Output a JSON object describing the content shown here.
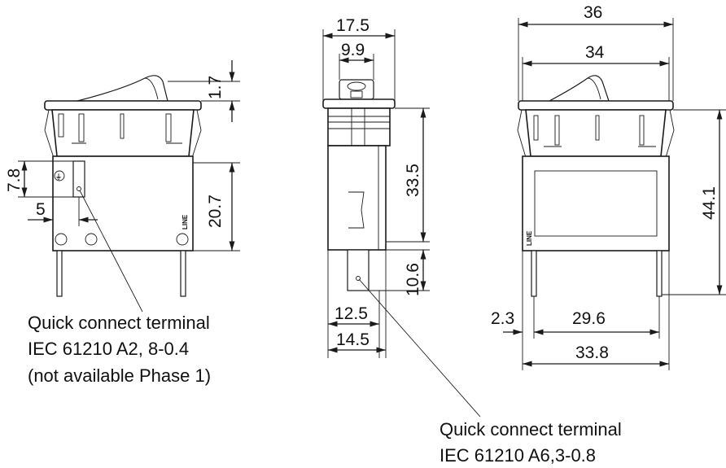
{
  "dimensions": {
    "view1": {
      "rocker_height": "1.7",
      "terminal_height": "7.8",
      "terminal_offset": "5",
      "body_lower_height": "20.7"
    },
    "view2": {
      "width_top": "17.5",
      "rocker_width": "9.9",
      "body_height": "33.5",
      "terminal_length": "10.6",
      "width_bottom_inner": "12.5",
      "width_bottom_outer": "14.5"
    },
    "view3": {
      "bezel_width": "36",
      "rocker_width": "34",
      "total_height": "44.1",
      "pin_offset": "2.3",
      "pin_spacing": "29.6",
      "body_width": "33.8"
    }
  },
  "markings": {
    "line_label": "LINE",
    "ground_symbol": "⏚"
  },
  "annotations": {
    "left_terminal": [
      "Quick connect terminal",
      "IEC 61210 A2, 8-0.4",
      "(not available Phase 1)"
    ],
    "center_terminal": [
      "Quick connect terminal",
      "IEC 61210 A6,3-0.8"
    ]
  }
}
